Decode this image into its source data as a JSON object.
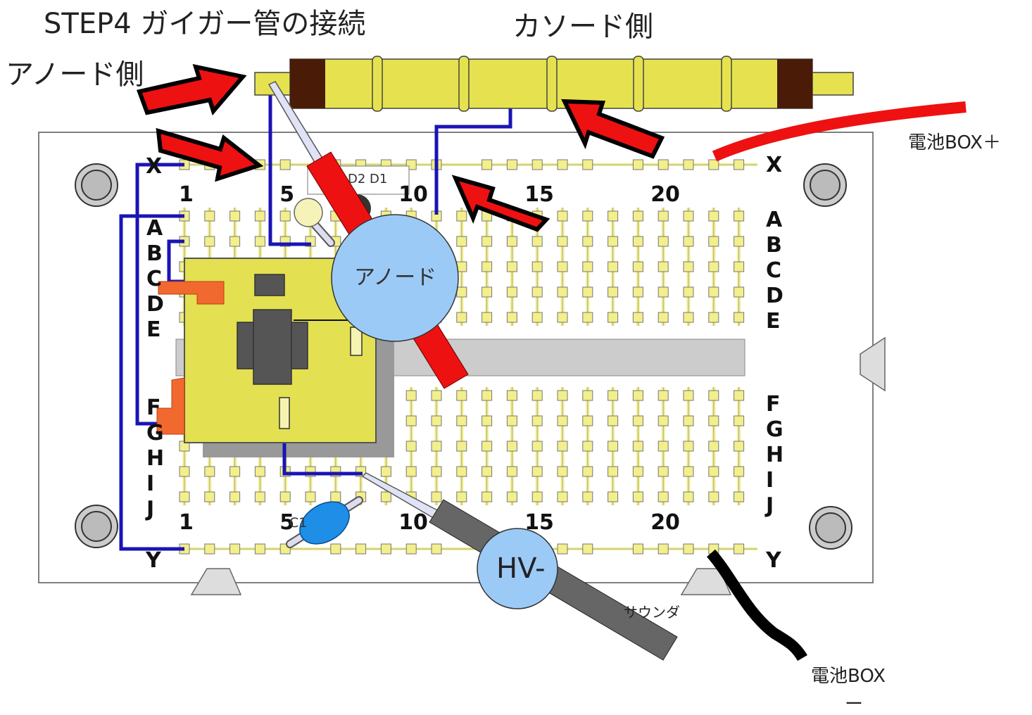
{
  "title": "STEP4 ガイガー管の接続",
  "labels": {
    "cathode_side": "カソード側",
    "anode_side": "アノード側",
    "battery_plus": "電池BOX＋",
    "battery_minus_line1": "電池BOX",
    "battery_minus_line2": "ー",
    "sounder": "サウンダ"
  },
  "breadboard": {
    "rows_top": [
      "A",
      "B",
      "C",
      "D",
      "E"
    ],
    "rows_bottom": [
      "F",
      "G",
      "H",
      "I",
      "J"
    ],
    "rows_left_top": [
      "A",
      "B",
      "C",
      "D",
      "E"
    ],
    "rows_left_bottom": [
      "F",
      "G",
      "H",
      "I",
      "J"
    ],
    "rail_top": "X",
    "rail_bottom": "Y",
    "column_numbers": [
      "1",
      "5",
      "10",
      "15",
      "20"
    ]
  },
  "components": {
    "diodes": "D2 D1",
    "capacitor": "C1",
    "anode_probe": "アノード",
    "hv_probe": "HV-"
  },
  "colors": {
    "tube_yellow": "#e6e24f",
    "tube_brown": "#4a1c08",
    "wire_blue": "#1a14b4",
    "arrow_red": "#ee1111",
    "board_pad": "#f2ef8c",
    "probe_circle": "#9ccaf7",
    "module_yellow": "#e3e052",
    "orange_part": "#f26930",
    "battery_red": "#ee1111",
    "battery_black": "#000000"
  }
}
